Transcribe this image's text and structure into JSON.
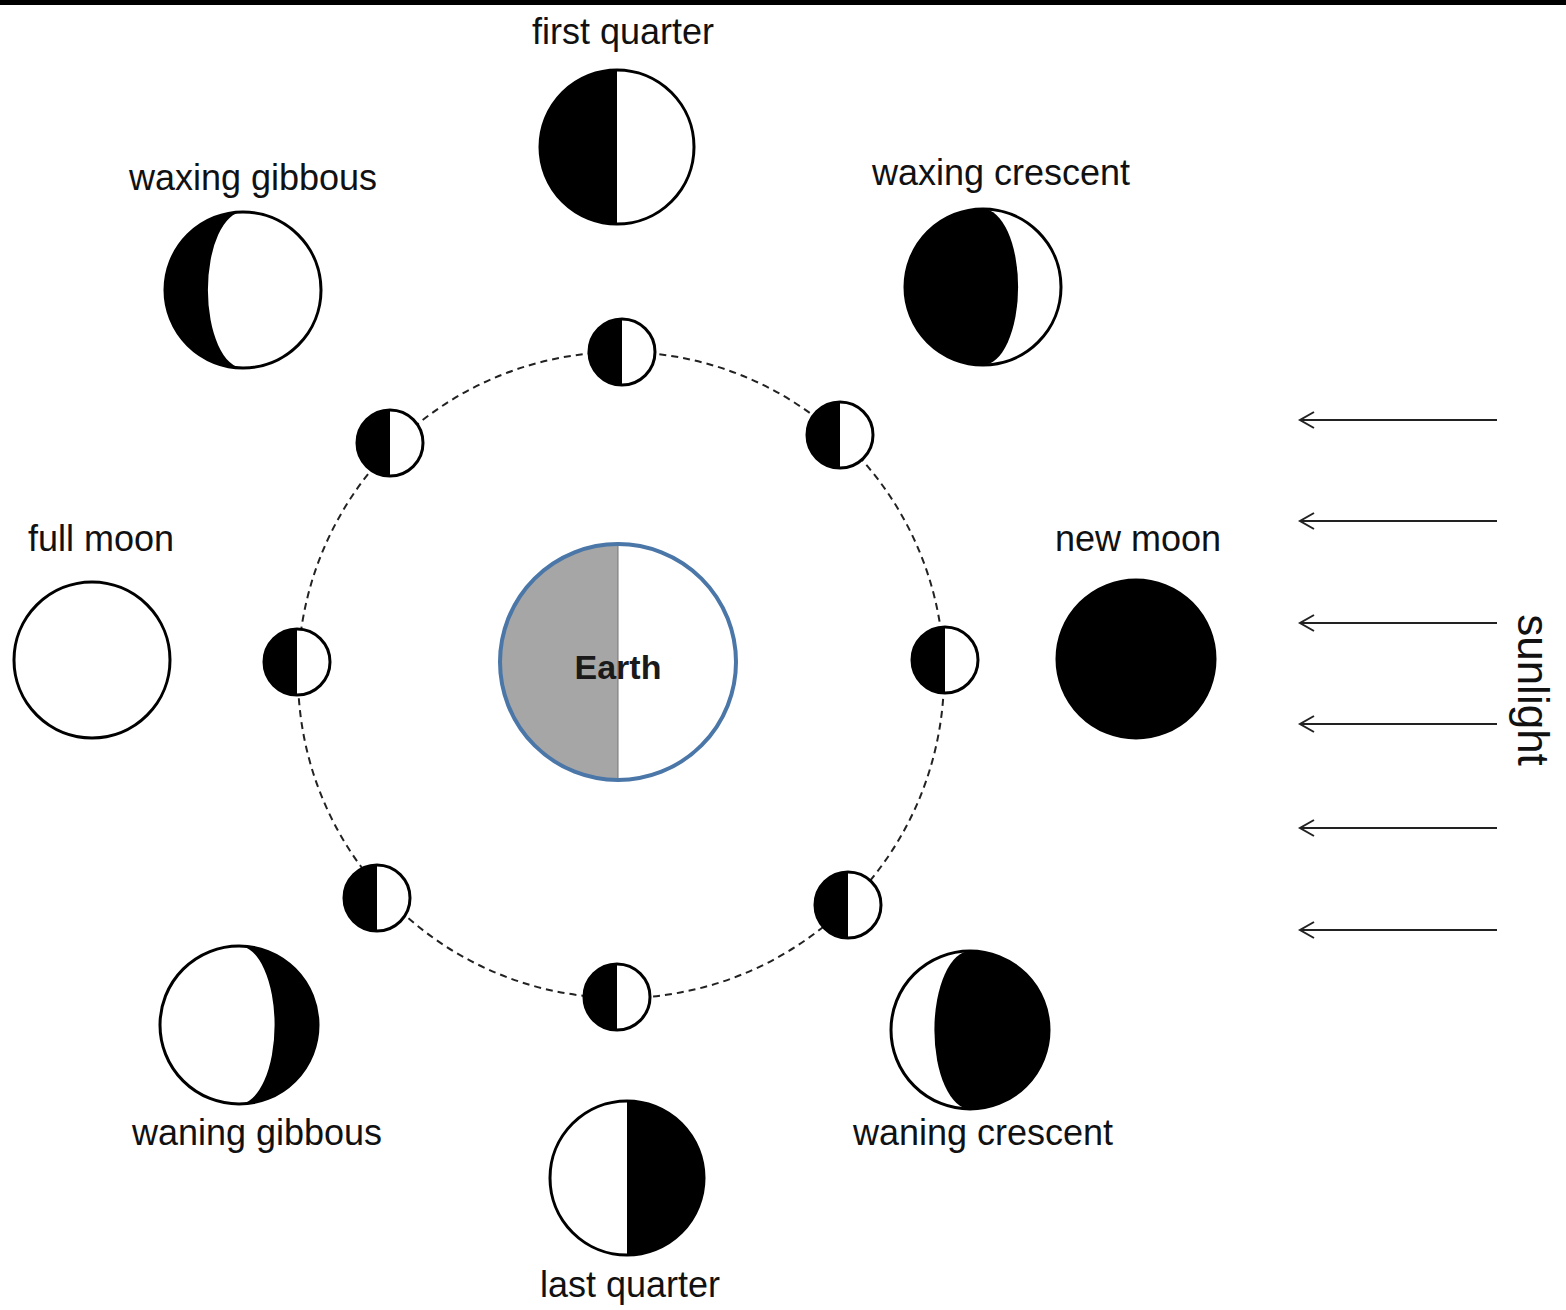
{
  "diagram": {
    "nodes": [
      {
        "text": [
          "first quarter"
        ]
      },
      {
        "text": [
          "waxing gibbous"
        ]
      },
      {
        "text": [
          "waxing crescent"
        ]
      },
      {
        "text": [
          "full moon"
        ]
      },
      {
        "text": [
          "Earth"
        ]
      },
      {
        "text": [
          "new moon"
        ]
      },
      {
        "text": [
          "waning gibbous"
        ]
      },
      {
        "text": [
          "waning crescent"
        ]
      },
      {
        "text": [
          "last quarter"
        ]
      }
    ],
    "labels": [
      "sunlight"
    ]
  }
}
